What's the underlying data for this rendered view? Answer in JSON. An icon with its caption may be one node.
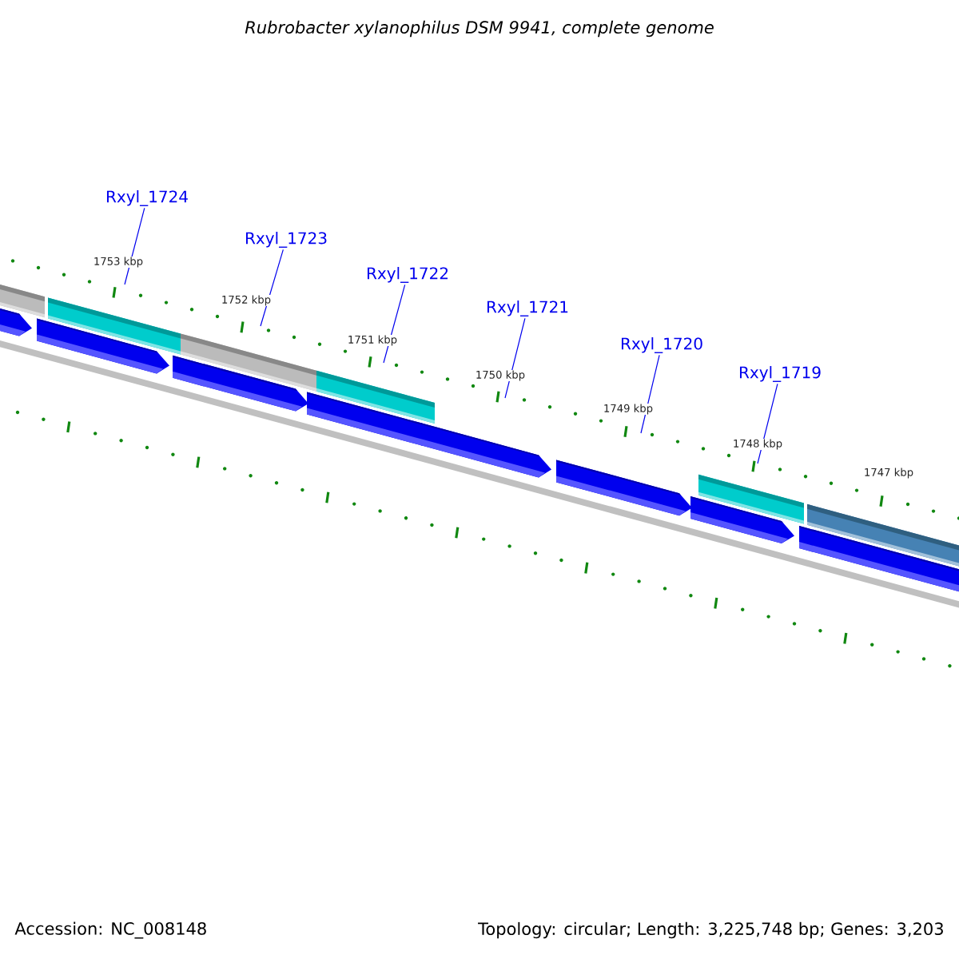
{
  "diagram": {
    "title": "Rubrobacter xylanophilus DSM 9941, complete genome",
    "nodes": [
      {
        "text": [
          "Rxyl_1724"
        ]
      },
      {
        "text": [
          "Rxyl_1723"
        ]
      },
      {
        "text": [
          "Rxyl_1722"
        ]
      },
      {
        "text": [
          "Rxyl_1721"
        ]
      },
      {
        "text": [
          "Rxyl_1720"
        ]
      },
      {
        "text": [
          "Rxyl_1719"
        ]
      }
    ],
    "edges": [
      {
        "from": 0,
        "to": null,
        "arrow": "none"
      },
      {
        "from": 1,
        "to": null,
        "arrow": "none"
      },
      {
        "from": 2,
        "to": null,
        "arrow": "none"
      },
      {
        "from": 3,
        "to": null,
        "arrow": "none"
      },
      {
        "from": 4,
        "to": null,
        "arrow": "none"
      },
      {
        "from": 5,
        "to": null,
        "arrow": "none"
      }
    ],
    "labels": [
      "1753 kbp",
      "1752 kbp",
      "1751 kbp",
      "1750 kbp",
      "1749 kbp",
      "1748 kbp",
      "1747 kbp",
      "Accession: NC_008148",
      "Topology: circular; Length: 3,225,748 bp; Genes: 3,203"
    ]
  }
}
